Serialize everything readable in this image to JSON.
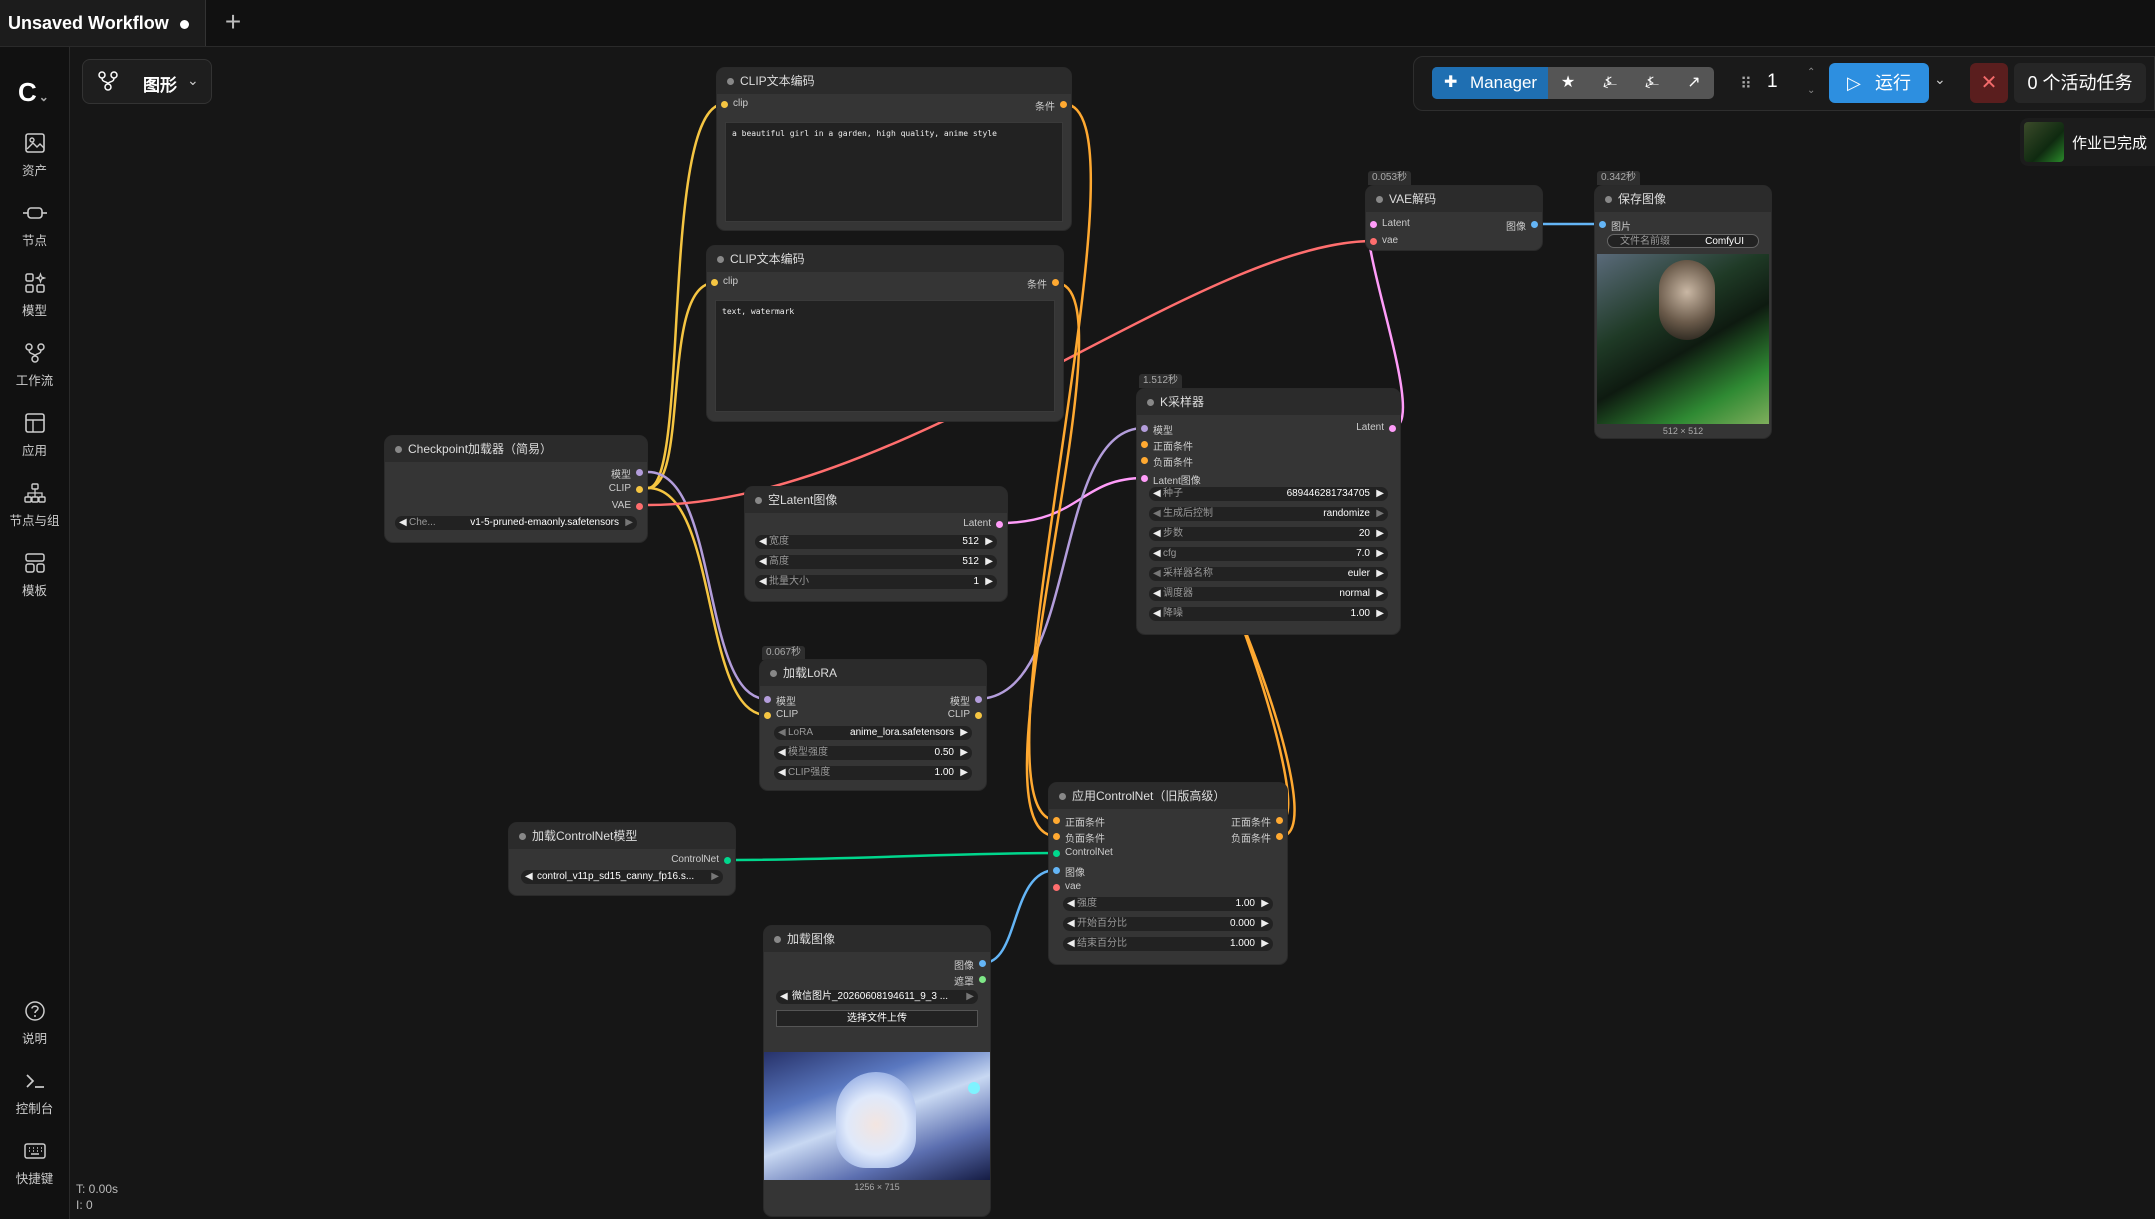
{
  "tabs": {
    "active": "Unsaved Workflow",
    "add": "+"
  },
  "sidebar": {
    "logo": "C",
    "items": [
      {
        "label": "资产",
        "icon": "image-icon"
      },
      {
        "label": "节点",
        "icon": "node-icon"
      },
      {
        "label": "模型",
        "icon": "model-icon"
      },
      {
        "label": "工作流",
        "icon": "workflow-icon"
      },
      {
        "label": "应用",
        "icon": "app-icon"
      },
      {
        "label": "节点与组",
        "icon": "node-group-icon"
      },
      {
        "label": "模板",
        "icon": "template-icon"
      },
      {
        "label": "说明",
        "icon": "help-icon"
      },
      {
        "label": "控制台",
        "icon": "console-icon"
      },
      {
        "label": "快捷键",
        "icon": "keyboard-icon"
      }
    ]
  },
  "graph_mode": {
    "label": "图形"
  },
  "toolbar": {
    "manager_label": "Manager",
    "queue_count": "1",
    "run_label": "运行",
    "active_tasks_label": "0 个活动任务"
  },
  "toast": {
    "label": "作业已完成"
  },
  "footer": {
    "line1": "T: 0.00s",
    "line2": "I: 0"
  },
  "nodes": {
    "clip1": {
      "title": "CLIP文本编码",
      "in": "clip",
      "out": "条件",
      "text": "a beautiful girl in a garden, high quality, anime style"
    },
    "clip2": {
      "title": "CLIP文本编码",
      "in": "clip",
      "out": "条件",
      "text": "text, watermark"
    },
    "ckpt": {
      "title": "Checkpoint加载器（简易）",
      "out_model": "模型",
      "out_clip": "CLIP",
      "out_vae": "VAE",
      "widget_key": "Che...",
      "widget_val": "v1-5-pruned-emaonly.safetensors"
    },
    "latent": {
      "title": "空Latent图像",
      "out": "Latent",
      "w_width_k": "宽度",
      "w_width_v": "512",
      "w_height_k": "高度",
      "w_height_v": "512",
      "w_batch_k": "批量大小",
      "w_batch_v": "1"
    },
    "lora": {
      "badge": "0.067秒",
      "title": "加载LoRA",
      "in_model": "模型",
      "in_clip": "CLIP",
      "out_model": "模型",
      "out_clip": "CLIP",
      "w_lora_k": "LoRA",
      "w_lora_v": "anime_lora.safetensors",
      "w_ms_k": "模型强度",
      "w_ms_v": "0.50",
      "w_cs_k": "CLIP强度",
      "w_cs_v": "1.00"
    },
    "cnload": {
      "title": "加载ControlNet模型",
      "out": "ControlNet",
      "widget_val": "control_v11p_sd15_canny_fp16.s..."
    },
    "loadimg": {
      "title": "加载图像",
      "out_img": "图像",
      "out_mask": "遮罩",
      "widget_val": "微信图片_20260608194611_9_3 ...",
      "upload": "选择文件上传",
      "size": "1256 × 715"
    },
    "cnapply": {
      "title": "应用ControlNet（旧版高级）",
      "in_pos": "正面条件",
      "in_neg": "负面条件",
      "in_cn": "ControlNet",
      "in_img": "图像",
      "in_vae": "vae",
      "out_pos": "正面条件",
      "out_neg": "负面条件",
      "w_str_k": "强度",
      "w_str_v": "1.00",
      "w_start_k": "开始百分比",
      "w_start_v": "0.000",
      "w_end_k": "结束百分比",
      "w_end_v": "1.000"
    },
    "ksampler": {
      "badge": "1.512秒",
      "title": "K采样器",
      "in_model": "模型",
      "in_pos": "正面条件",
      "in_neg": "负面条件",
      "in_latent": "Latent图像",
      "out": "Latent",
      "w_seed_k": "种子",
      "w_seed_v": "689446281734705",
      "w_ctrl_k": "生成后控制",
      "w_ctrl_v": "randomize",
      "w_steps_k": "步数",
      "w_steps_v": "20",
      "w_cfg_k": "cfg",
      "w_cfg_v": "7.0",
      "w_samp_k": "采样器名称",
      "w_samp_v": "euler",
      "w_sched_k": "调度器",
      "w_sched_v": "normal",
      "w_den_k": "降噪",
      "w_den_v": "1.00"
    },
    "vae": {
      "badge": "0.053秒",
      "title": "VAE解码",
      "in_latent": "Latent",
      "in_vae": "vae",
      "out": "图像"
    },
    "save": {
      "badge": "0.342秒",
      "title": "保存图像",
      "in": "图片",
      "w_k": "文件名前缀",
      "w_v": "ComfyUI",
      "size": "512 × 512"
    }
  },
  "colors": {
    "clip": "#f5c542",
    "conditioning": "#ffa931",
    "model": "#b39ddb",
    "vae": "#ff6e6e",
    "latent": "#ff9cf9",
    "image": "#64b5f6",
    "controlnet": "#00d78d"
  }
}
